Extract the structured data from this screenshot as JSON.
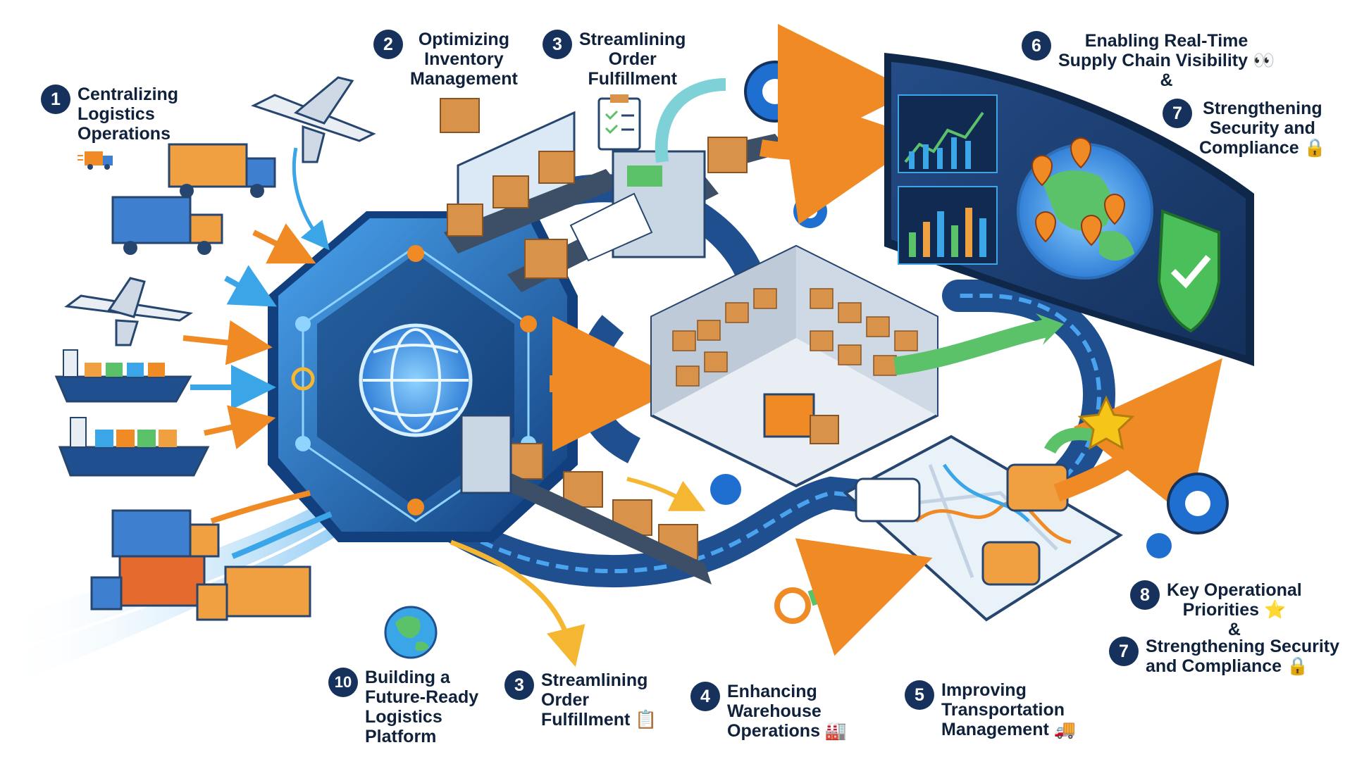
{
  "labels": {
    "l1": {
      "num": "1",
      "text": "Centralizing\nLogistics\nOperations"
    },
    "l2": {
      "num": "2",
      "text": "Optimizing\nInventory\nManagement"
    },
    "l3a": {
      "num": "3",
      "text": "Streamlining\nOrder\nFulfillment"
    },
    "l6": {
      "num": "6",
      "text": "Enabling Real-Time\nSupply Chain Visibility 👀\n&"
    },
    "l7a": {
      "num": "7",
      "text": "Strengthening\nSecurity and\nCompliance 🔒"
    },
    "l8": {
      "num": "8",
      "text": "Key Operational\nPriorities ⭐\n&"
    },
    "l7b": {
      "num": "7",
      "text": "Strengthening Security\nand Compliance 🔒"
    },
    "l10": {
      "num": "10",
      "text": "Building a\nFuture-Ready\nLogistics\nPlatform"
    },
    "l3b": {
      "num": "3",
      "text": "Streamlining\nOrder\nFulfillment 📋"
    },
    "l4": {
      "num": "4",
      "text": "Enhancing\nWarehouse\nOperations 🏭"
    },
    "l5": {
      "num": "5",
      "text": "Improving\nTransportation\nManagement 🚚"
    }
  },
  "colors": {
    "badge": "#16325c",
    "text": "#10213b",
    "hub": "#1d5fb0",
    "track": "#1f4f8f",
    "arrow_orange": "#f08a24",
    "arrow_blue": "#3aa6e8",
    "arrow_green": "#5cc26a",
    "dashboard": "#1c3e6e",
    "box": "#d9924a",
    "truck_orange": "#f0a040",
    "truck_blue": "#3f7fd0"
  }
}
